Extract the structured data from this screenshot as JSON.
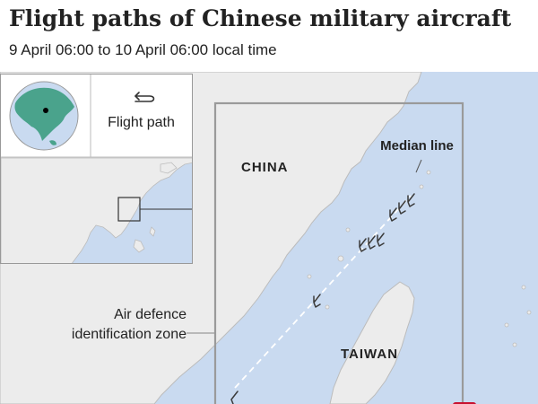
{
  "header": {
    "title": "Flight paths of Chinese military aircraft",
    "subtitle": "9 April 06:00 to 10 April 06:00 local time"
  },
  "legend": {
    "icon": "flight-path-arrow-icon",
    "label": "Flight path"
  },
  "map_labels": {
    "china": "CHINA",
    "taiwan": "TAIWAN",
    "median_line": "Median line",
    "adiz": "Air defence identification zone"
  },
  "colors": {
    "sea": "#c9daf0",
    "land": "#ececec",
    "coast": "#bcbcbc",
    "adiz_box": "#9a9a9a",
    "flight_path": "#ffffff",
    "text": "#222222",
    "marker": "#c8102e"
  }
}
